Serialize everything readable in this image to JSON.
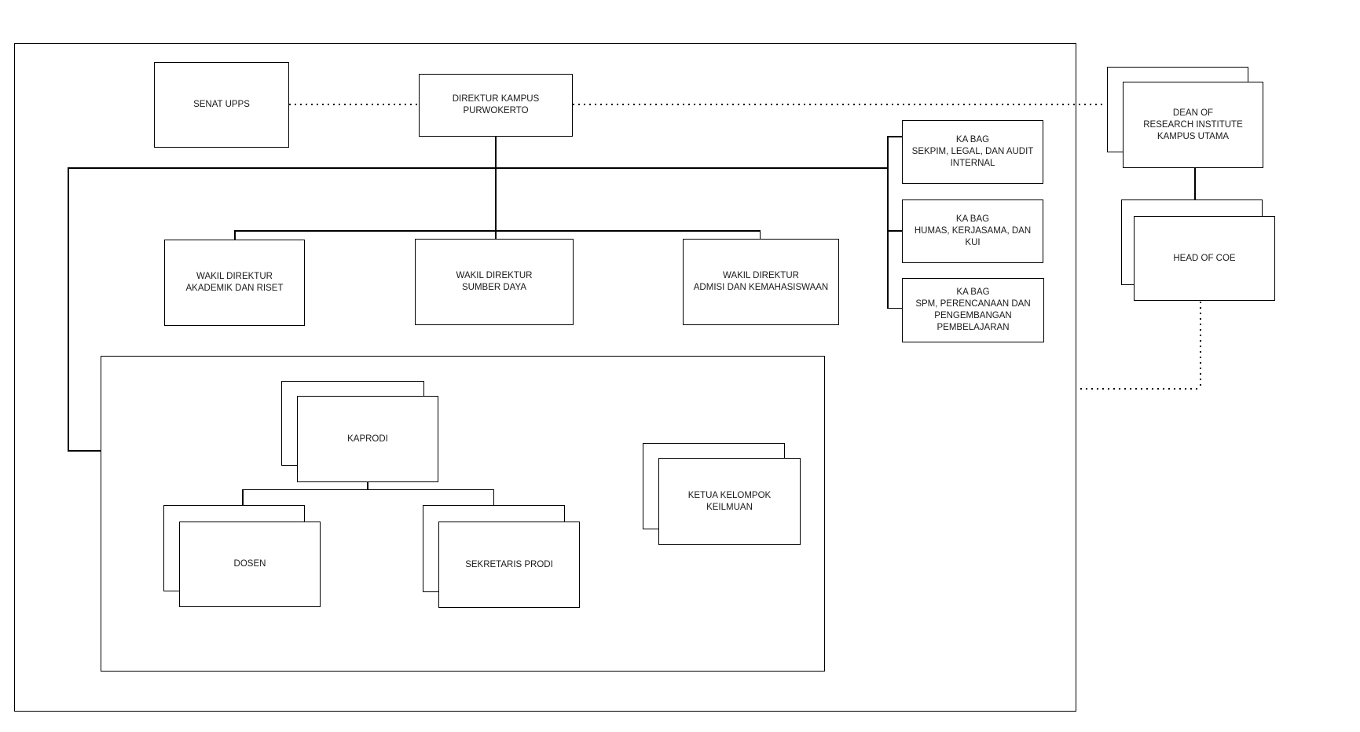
{
  "diagram_type": "org-chart",
  "colors": {
    "line": "#000000",
    "text": "#1a1a1a",
    "background": "#ffffff"
  },
  "nodes": {
    "senat": {
      "label": "SENAT UPPS"
    },
    "direktur": {
      "label": "DIREKTUR KAMPUS\nPURWOKERTO"
    },
    "wd_akademik": {
      "label": "WAKIL DIREKTUR\nAKADEMIK DAN RISET"
    },
    "wd_sumber": {
      "label": "WAKIL DIREKTUR\nSUMBER DAYA"
    },
    "wd_admisi": {
      "label": "WAKIL DIREKTUR\nADMISI DAN KEMAHASISWAAN"
    },
    "kabag_sekpim": {
      "label": "KA BAG\nSEKPIM, LEGAL, DAN AUDIT\nINTERNAL"
    },
    "kabag_humas": {
      "label": "KA BAG\nHUMAS, KERJASAMA, DAN\nKUI"
    },
    "kabag_spm": {
      "label": "KA BAG\nSPM, PERENCANAAN DAN\nPENGEMBANGAN\nPEMBELAJARAN"
    },
    "dean": {
      "label": "DEAN OF\nRESEARCH INSTITUTE\nKAMPUS UTAMA"
    },
    "head_coe": {
      "label": "HEAD OF COE"
    },
    "kaprodi": {
      "label": "KAPRODI"
    },
    "dosen": {
      "label": "DOSEN"
    },
    "sekretaris_prodi": {
      "label": "SEKRETARIS PRODI"
    },
    "ketua_kelompok": {
      "label": "KETUA KELOMPOK\nKEILMUAN"
    }
  },
  "connections": {
    "solid": [
      "direktur -> wakil direktur bracket",
      "direktur feed -> ka bag bracket",
      "left drop -> prodi group",
      "kaprodi -> dosen / sekretaris prodi",
      "dean -> head of coe"
    ],
    "dotted": [
      "senat <-> direktur",
      "direktur <-> dean of research institute",
      "head of coe <-> prodi group boundary"
    ]
  }
}
